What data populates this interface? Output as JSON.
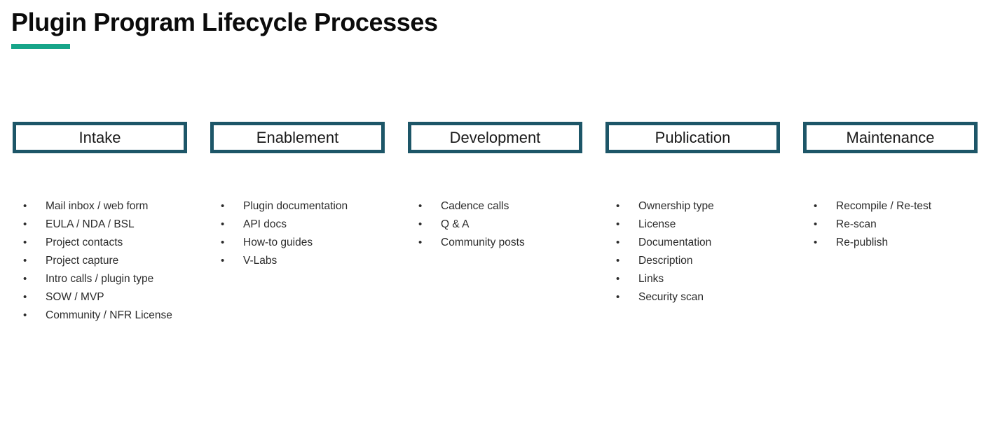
{
  "slide": {
    "title": "Plugin Program Lifecycle Processes",
    "accent_color": "#17a589",
    "box_border_color": "#1d5668",
    "background_color": "#ffffff",
    "text_color": "#2b2b2b",
    "bullet_glyph": "•"
  },
  "phases": [
    {
      "name": "Intake",
      "items": [
        "Mail inbox / web form",
        "EULA / NDA / BSL",
        "Project contacts",
        "Project capture",
        "Intro calls / plugin type",
        "SOW / MVP",
        "Community / NFR License"
      ]
    },
    {
      "name": "Enablement",
      "items": [
        "Plugin documentation",
        "API docs",
        "How-to guides",
        "V-Labs"
      ]
    },
    {
      "name": "Development",
      "items": [
        "Cadence calls",
        "Q & A",
        "Community posts"
      ]
    },
    {
      "name": "Publication",
      "items": [
        "Ownership type",
        "License",
        "Documentation",
        "Description",
        "Links",
        "Security scan"
      ]
    },
    {
      "name": "Maintenance",
      "items": [
        "Recompile / Re-test",
        "Re-scan",
        "Re-publish"
      ]
    }
  ]
}
